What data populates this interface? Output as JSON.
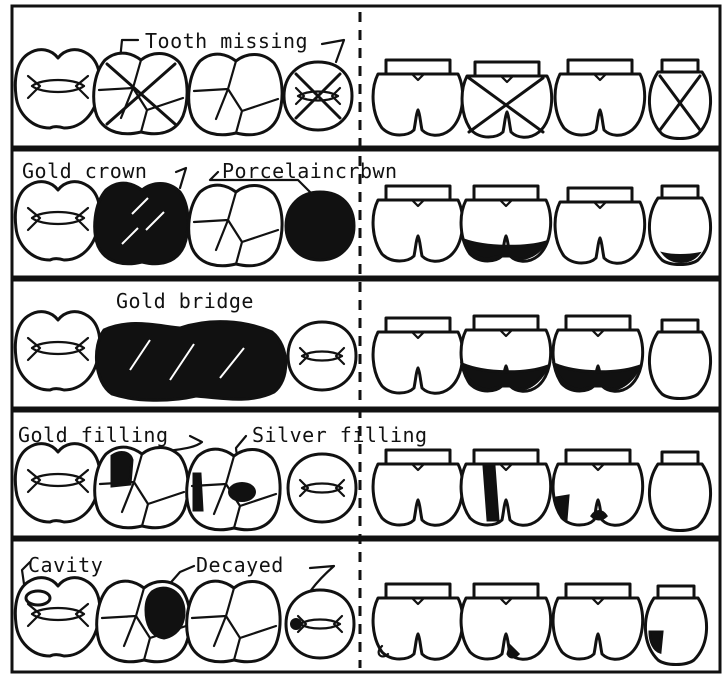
{
  "rows": [
    {
      "labels": [
        "Tooth missing"
      ]
    },
    {
      "labels": [
        "Gold crown",
        "Porcelaincrbwn"
      ]
    },
    {
      "labels": [
        "Gold bridge"
      ]
    },
    {
      "labels": [
        "Gold filling",
        "Silver filling"
      ]
    },
    {
      "labels": [
        "Cavity",
        "Decayed"
      ]
    }
  ]
}
